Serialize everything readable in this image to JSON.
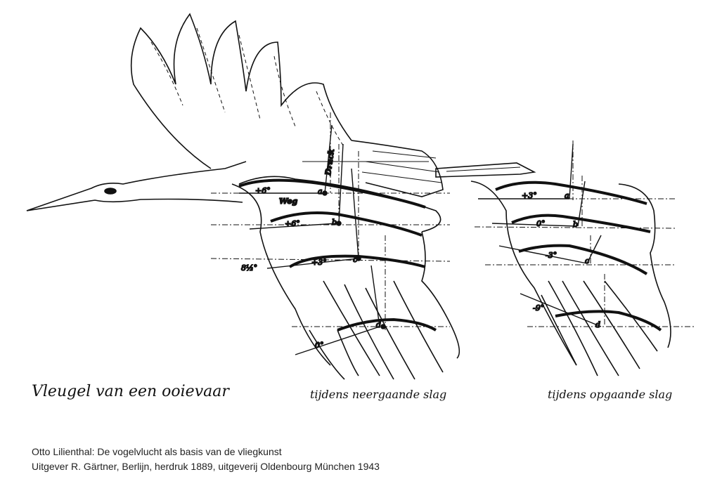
{
  "figure": {
    "title": "Vleugel van een ooievaar",
    "caption_down": "tijdens neergaande slag",
    "caption_up": "tijdens opgaande slag",
    "left_wing_labels": {
      "a": "a",
      "b": "b",
      "c": "c",
      "d": "d",
      "angle_a": "+6°",
      "angle_b": "+6°",
      "angle_c": "+3°",
      "angle_d": "0°",
      "angle_side": "8½°",
      "weg": "Weg",
      "druck": "Druck"
    },
    "right_wing_labels": {
      "a": "a",
      "b": "b",
      "c": "c",
      "d": "d",
      "angle_a": "+3°",
      "angle_b": "0°",
      "angle_c": "-3°",
      "angle_d": "-9°"
    }
  },
  "credits": {
    "line1": "Otto Lilienthal: De vogelvlucht als basis van de vliegkunst",
    "line2": "Uitgever R. Gärtner, Berlijn, herdruk 1889, uitgeverij Oldenbourg München 1943"
  }
}
